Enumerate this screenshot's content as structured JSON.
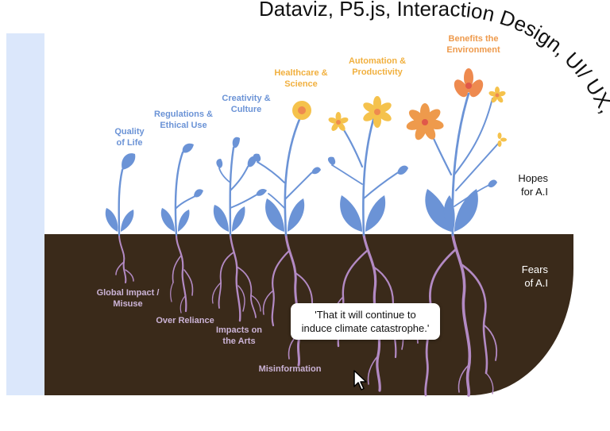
{
  "title": "Dataviz, P5.js, Interaction Design, UI/ UX,",
  "colors": {
    "background": "#ffffff",
    "left_strip": "#dbe7fb",
    "soil": "#3a2a1a",
    "stem_blue": "#6b93d6",
    "root_lilac": "#b38ac4",
    "hope_label_blue": "#6b93d6",
    "hope_label_yellow": "#f1b03f",
    "hope_label_orange": "#ee9a4c",
    "fear_label": "#cbb3d6",
    "flower_yellow": "#f5c24c",
    "flower_orange": "#ee8a4f"
  },
  "section_labels": {
    "hopes": "Hopes\nfor A.I",
    "fears": "Fears\nof A.I"
  },
  "plants": [
    {
      "hope": "Quality\nof Life",
      "fear": "Global Impact /\nMisuse",
      "hope_color": "blue"
    },
    {
      "hope": "Regulations &\nEthical Use",
      "fear": "Over Reliance",
      "hope_color": "blue"
    },
    {
      "hope": "Creativity &\nCulture",
      "fear": "Impacts on\nthe Arts",
      "hope_color": "blue"
    },
    {
      "hope": "Healthcare &\nScience",
      "fear": "Misinformation",
      "hope_color": "yellow"
    },
    {
      "hope": "Automation &\nProductivity",
      "fear": "",
      "hope_color": "yellow"
    },
    {
      "hope": "Benefits the\nEnvironment",
      "fear": "",
      "hope_color": "orange"
    }
  ],
  "tooltip": {
    "text": "'That it will continue to\ninduce climate catastrophe.'"
  },
  "icons": {
    "cursor": "arrow-cursor-icon",
    "flower": "flower-icon",
    "leaf": "leaf-icon"
  }
}
